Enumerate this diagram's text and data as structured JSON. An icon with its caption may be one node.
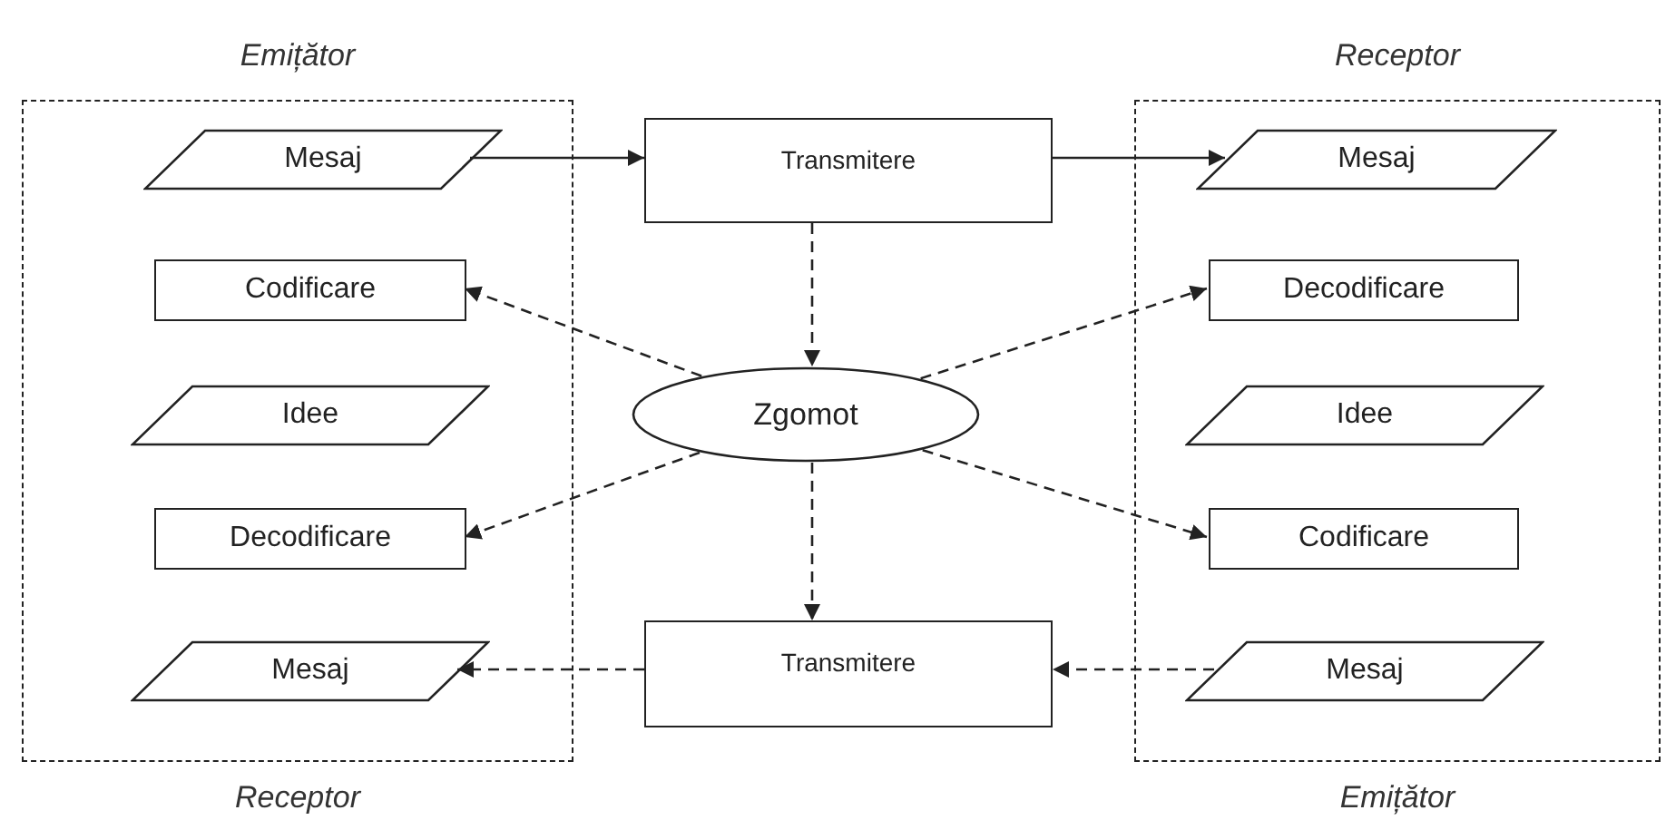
{
  "diagram": {
    "nodes": [
      {
        "text": [
          "Emițător",
          "Receptor"
        ]
      },
      {
        "text": [
          "Mesaj"
        ],
        "in": 0
      },
      {
        "text": [
          "Codificare"
        ],
        "in": 0
      },
      {
        "text": [
          "Idee"
        ],
        "in": 0
      },
      {
        "text": [
          "Decodificare"
        ],
        "in": 0
      },
      {
        "text": [
          "Mesaj"
        ],
        "in": 0
      },
      {
        "text": [
          "Transmitere"
        ]
      },
      {
        "text": [
          "Zgomot"
        ]
      },
      {
        "text": [
          "Transmitere"
        ]
      },
      {
        "text": [
          "Receptor",
          "Emițător"
        ]
      },
      {
        "text": [
          "Mesaj"
        ],
        "in": 9
      },
      {
        "text": [
          "Decodificare"
        ],
        "in": 9
      },
      {
        "text": [
          "Idee"
        ],
        "in": 9
      },
      {
        "text": [
          "Codificare"
        ],
        "in": 9
      },
      {
        "text": [
          "Mesaj"
        ],
        "in": 9
      }
    ],
    "edges": [
      {
        "from": 1,
        "to": 6,
        "arrow": "to"
      },
      {
        "from": 6,
        "to": 10,
        "arrow": "to"
      },
      {
        "from": 6,
        "to": 7,
        "arrow": "to",
        "style": "dashed"
      },
      {
        "from": 7,
        "to": 2,
        "arrow": "to",
        "style": "dashed"
      },
      {
        "from": 7,
        "to": 4,
        "arrow": "to",
        "style": "dashed"
      },
      {
        "from": 7,
        "to": 11,
        "arrow": "to",
        "style": "dashed"
      },
      {
        "from": 7,
        "to": 13,
        "arrow": "to",
        "style": "dashed"
      },
      {
        "from": 7,
        "to": 8,
        "arrow": "to",
        "style": "dashed"
      },
      {
        "from": 8,
        "to": 5,
        "arrow": "to",
        "style": "dashed"
      },
      {
        "from": 14,
        "to": 8,
        "arrow": "to",
        "style": "dashed"
      }
    ]
  }
}
